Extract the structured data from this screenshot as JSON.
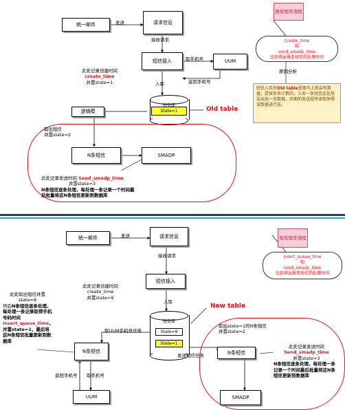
{
  "top": {
    "send_email": "统一邮件",
    "send_label": "发送",
    "request_info": "请求信息",
    "receive_request": "接收请求",
    "sms_access": "短信接入",
    "get_phone": "取手机号",
    "uum": "UUM",
    "return_phone": "返回手机号",
    "create_time_note_line1": "此处记录创建时间",
    "create_time_field": "create_time",
    "create_time_status": "并置state=1",
    "storage_label": "入库",
    "sms_db": "短信库",
    "state1": "State=1",
    "old_table": "Old table",
    "logic_module": "逻辑模",
    "fetch_line1": "取出短信",
    "fetch_line2": "并置state=2",
    "n_sms": "N条短信",
    "smadp": "SMADP",
    "send_time_line1": "此处记录发送时间",
    "send_time_field": "Send_smadp_time",
    "send_time_status": "并置state=3",
    "send_note_bold": "N条短信逐条处理，每处理一条记录一个时间最后批量将这N条短信更新到数据库",
    "existing_process": "原有程序流程",
    "formula_a": "Create_time",
    "formula_op": "和",
    "formula_b": "send_smadp_time",
    "formula_desc": "比较得出每条短信的处理时间",
    "analysis_label": "原因分析",
    "analysis_text_pre": "短信入库后",
    "analysis_hl": "Old table",
    "analysis_text_post": "里面马上就会有数据，是按条来计算的，入库一条短信此处就会出现一条数据，后面的发送程序读取快得该数据进行送。"
  },
  "bottom": {
    "send_email": "统一邮件",
    "send_label": "发送",
    "request_info": "请求信息",
    "receive_request": "接收请求",
    "sms_access": "短信接入",
    "create_time_note_line1": "此处记录创建时间",
    "create_time_field": "create_time",
    "create_time_status": "并置state=9",
    "storage_label": "入库",
    "new_table": "New table",
    "sms_db": "短信库",
    "state9": "State=9",
    "state1": "State=1",
    "get_uum_task": "取UUM手机号任务",
    "send_task": "发送短信任务",
    "left_note_1": "此处取出短信并置",
    "left_note_2": "state=8",
    "left_note_3": "然后",
    "left_note_4": "N条短信逐条处理，每处理一条记录取得手机号码时间",
    "left_note_field": "insert_queue_time",
    "left_note_5": "，并置state=1，最后将这N条短信批量更新到数据库",
    "n_sms_left": "N条短信",
    "return_phone": "返回手机号",
    "get_phone": "取手机号",
    "uum": "UUM",
    "fetch_line1": "取出state=1的N条短信",
    "fetch_line2": "并置state=2",
    "n_sms_right": "N条短信",
    "send_time_line1": "此处记录发送时间",
    "send_time_field": "Send_smadp_time",
    "send_time_status": "并置state=3",
    "send_note_bold": "N条短信逐条处理，每处理一条记录一个时间最后批量将这N条短信更新到数据库",
    "smadp": "SMADP",
    "current_process": "现有程序流程",
    "formula_a": "insert_queue_time",
    "formula_op": "和",
    "formula_b": "send_smadp_time",
    "formula_desc": "比较得出每条短信的处理时间"
  }
}
